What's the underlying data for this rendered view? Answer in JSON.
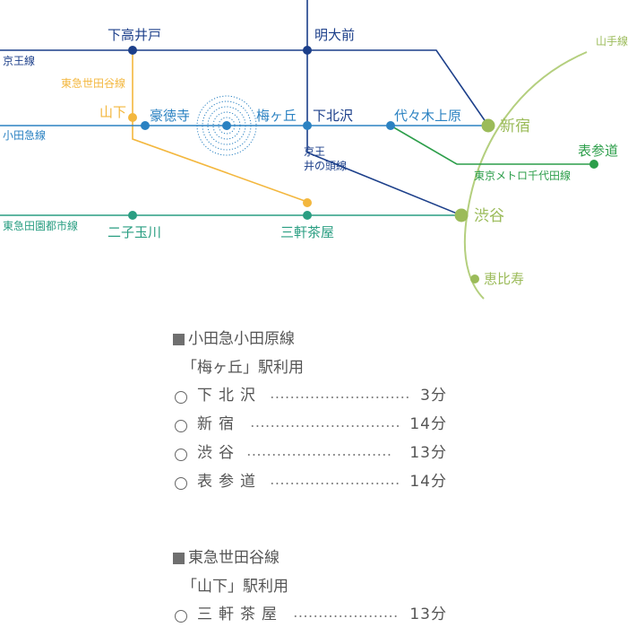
{
  "map": {
    "lines": {
      "keio": "京王線",
      "odakyu": "小田急線",
      "setagaya": "東急世田谷線",
      "inokashira_1": "京王",
      "inokashira_2": "井の頭線",
      "denentoshi": "東急田園都市線",
      "chiyoda": "東京メトロ千代田線",
      "yamanote": "山手線"
    },
    "stations": {
      "shimotakaido": "下高井戸",
      "meidaimae": "明大前",
      "yamashita": "山下",
      "gotokuji": "豪徳寺",
      "umegaoka": "梅ヶ丘",
      "shimokitazawa": "下北沢",
      "yoyogiuehara": "代々木上原",
      "shinjuku": "新宿",
      "omotesando": "表参道",
      "shibuya": "渋谷",
      "futakotamagawa": "二子玉川",
      "sangenjaya": "三軒茶屋",
      "ebisu": "恵比寿"
    },
    "colors": {
      "keio": "#1c3f8a",
      "odakyu": "#2b82c2",
      "setagaya": "#f3b73e",
      "denentoshi": "#2a9e82",
      "chiyoda": "#2c9e4a",
      "yamanote": "#9bbb59"
    }
  },
  "access": [
    {
      "title": "小田急小田原線",
      "station": "「梅ヶ丘」駅利用",
      "rows": [
        {
          "dest": "下北沢",
          "time": "3分"
        },
        {
          "dest": "新宿",
          "time": "14分"
        },
        {
          "dest": "渋谷",
          "time": "13分"
        },
        {
          "dest": "表参道",
          "time": "14分"
        }
      ]
    },
    {
      "title": "東急世田谷線",
      "station": "「山下」駅利用",
      "rows": [
        {
          "dest": "三軒茶屋",
          "time": "13分"
        }
      ]
    }
  ]
}
